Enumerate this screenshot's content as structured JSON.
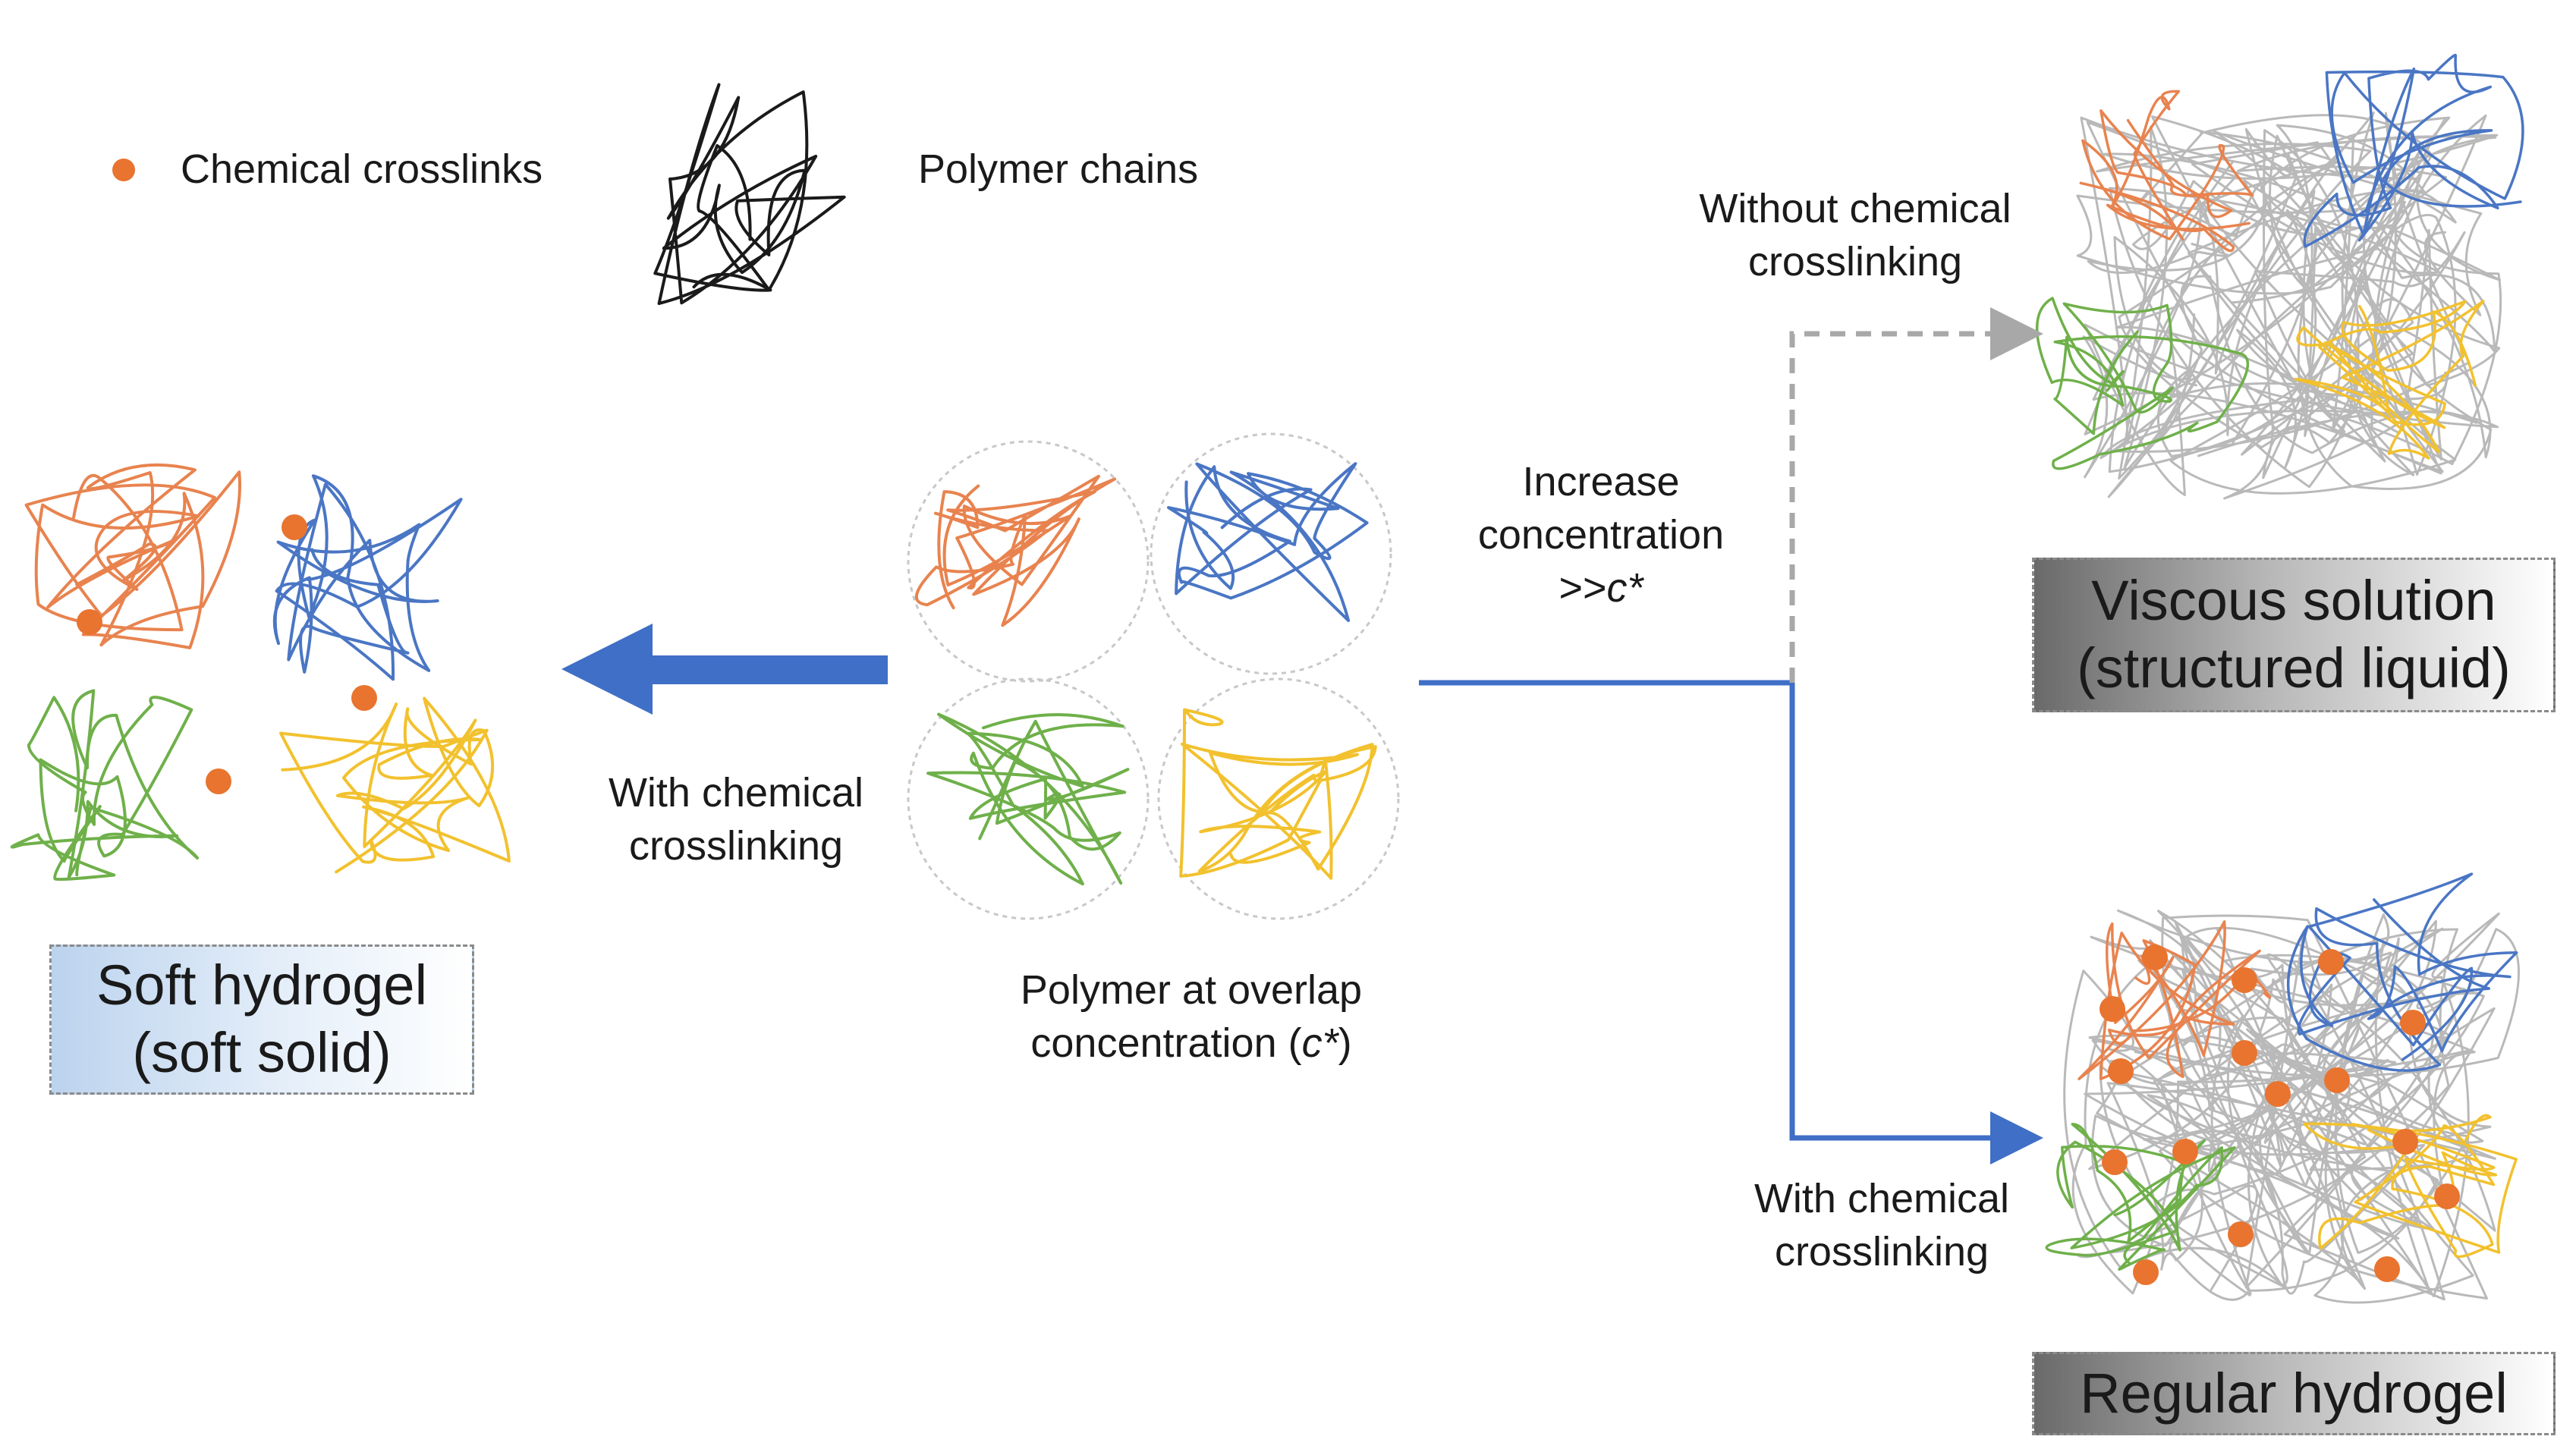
{
  "legend": {
    "crosslinks_label": "Chemical crosslinks",
    "chains_label": "Polymer chains"
  },
  "colors": {
    "orange": "#e8834f",
    "blue": "#4a76c4",
    "green": "#6fb04a",
    "yellow": "#f2c12e",
    "grey": "#b9b9b9",
    "crosslink": "#e8742f",
    "arrow_blue": "#3f6fc6",
    "arrow_dashed": "#a8a8a8"
  },
  "center": {
    "caption_line1": "Polymer at overlap",
    "caption_line2_pre": "concentration (",
    "caption_line2_var": "c*",
    "caption_line2_post": ")"
  },
  "left_arrow": {
    "label_line1": "With chemical",
    "label_line2": "crosslinking"
  },
  "increase": {
    "line1": "Increase",
    "line2": "concentration",
    "line3_pre": ">>",
    "line3_var": "c*"
  },
  "upper_branch": {
    "label_line1": "Without chemical",
    "label_line2": "crosslinking"
  },
  "lower_branch": {
    "label_line1": "With chemical",
    "label_line2": "crosslinking"
  },
  "results": {
    "soft_line1": "Soft hydrogel",
    "soft_line2": "(soft solid)",
    "viscous_line1": "Viscous solution",
    "viscous_line2": "(structured liquid)",
    "regular": "Regular hydrogel"
  }
}
